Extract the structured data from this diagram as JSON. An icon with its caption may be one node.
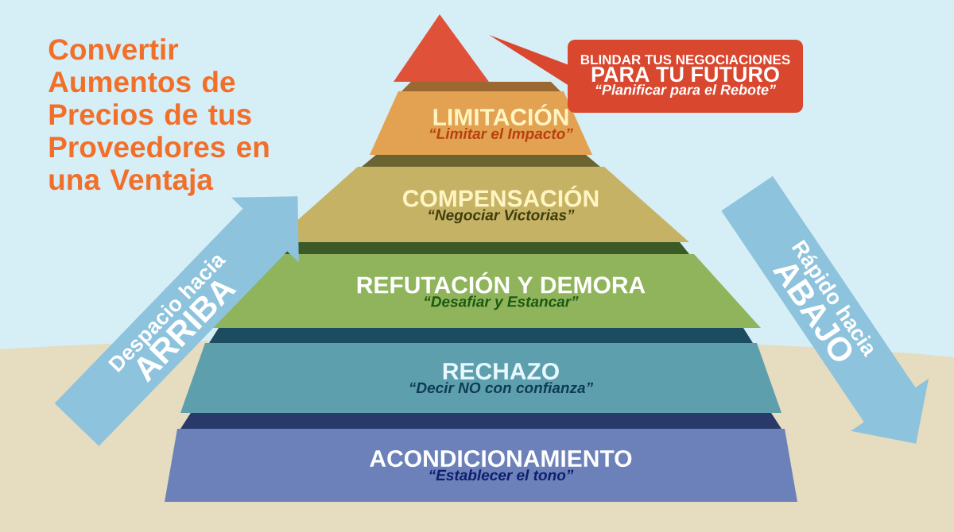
{
  "diagram": {
    "title": "Convertir Aumentos de Precios de tus Proveedores en una Ventaja",
    "nodes": [
      {
        "text": [],
        "shape": "triangle"
      },
      {
        "text": [
          "LIMITACIÓN",
          "“Limitar el Impacto”"
        ]
      },
      {
        "text": [
          "COMPENSACIÓN",
          "“Negociar Victorias”"
        ]
      },
      {
        "text": [
          "REFUTACIÓN Y DEMORA",
          "“Desafiar y Estancar”"
        ]
      },
      {
        "text": [
          "RECHAZO",
          "“Decir NO con confianza”"
        ]
      },
      {
        "text": [
          "ACONDICIONAMIENTO",
          "“Establecer el tono”"
        ]
      },
      {
        "text": [
          "BLINDAR TUS NEGOCIACIONES",
          "PARA TU FUTURO",
          "“Planificar para el Rebote”"
        ]
      },
      {
        "text": [
          "Despacio hacia",
          "ARRIBA"
        ]
      },
      {
        "text": [
          "Rápido hacia",
          "ABAJO"
        ]
      }
    ],
    "edges": [
      {
        "from": 6,
        "to": 0,
        "arrow": "none"
      }
    ]
  }
}
